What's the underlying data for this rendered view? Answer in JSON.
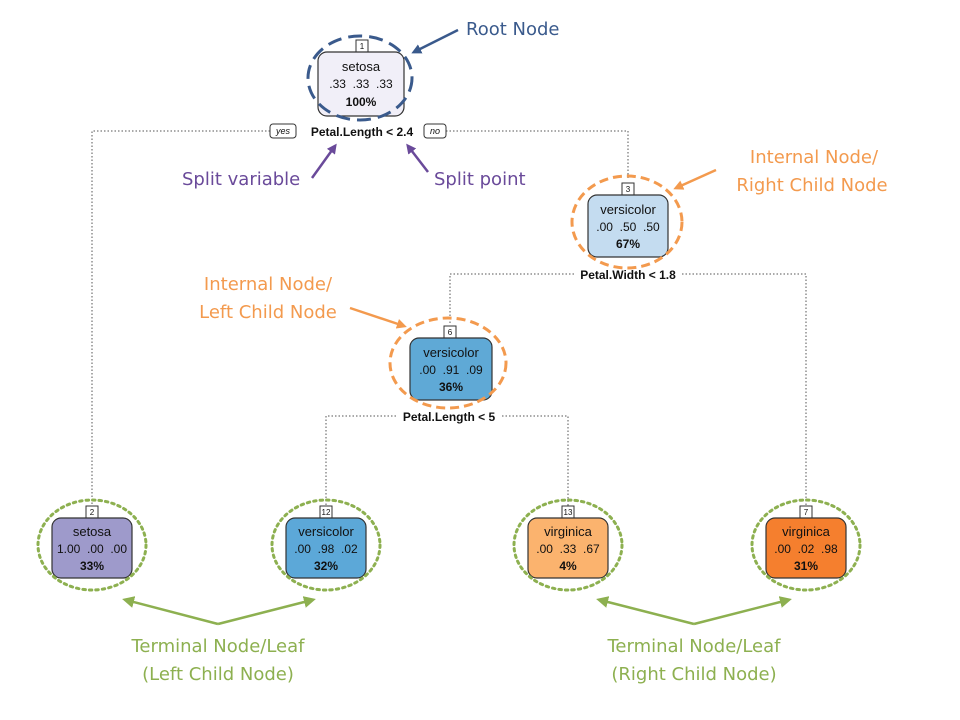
{
  "colors": {
    "root_blue": "#3a5a8c",
    "purple": "#6a4a9a",
    "orange": "#f39a4e",
    "green": "#8db050",
    "node_root": "#f1eff8",
    "node_setosa_leaf": "#9e9acb",
    "node_versicolor_internal": "#c4dcf0",
    "node_versicolor_mid": "#5fa9d6",
    "node_versicolor_leaf": "#5ca8d8",
    "node_virginica_light": "#fbb36e",
    "node_virginica_dark": "#f57f2e"
  },
  "nodes": [
    {
      "id": "1",
      "cls": "setosa",
      "probs": ".33  .33  .33",
      "pct": "100%"
    },
    {
      "id": "2",
      "cls": "setosa",
      "probs": "1.00  .00  .00",
      "pct": "33%"
    },
    {
      "id": "3",
      "cls": "versicolor",
      "probs": ".00  .50  .50",
      "pct": "67%"
    },
    {
      "id": "6",
      "cls": "versicolor",
      "probs": ".00  .91  .09",
      "pct": "36%"
    },
    {
      "id": "12",
      "cls": "versicolor",
      "probs": ".00  .98  .02",
      "pct": "32%"
    },
    {
      "id": "13",
      "cls": "virginica",
      "probs": ".00  .33  .67",
      "pct": "4%"
    },
    {
      "id": "7",
      "cls": "virginica",
      "probs": ".00  .02  .98",
      "pct": "31%"
    }
  ],
  "splits": {
    "root": "Petal.Length < 2.4",
    "node3": "Petal.Width < 1.8",
    "node6": "Petal.Length < 5",
    "yes": "yes",
    "no": "no"
  },
  "annotations": {
    "root_node": "Root Node",
    "split_variable": "Split variable",
    "split_point": "Split point",
    "internal_right_1": "Internal Node/",
    "internal_right_2": "Right Child Node",
    "internal_left_1": "Internal Node/",
    "internal_left_2": "Left Child Node",
    "terminal_left_1": "Terminal Node/Leaf",
    "terminal_left_2": "(Left Child Node)",
    "terminal_right_1": "Terminal Node/Leaf",
    "terminal_right_2": "(Right Child Node)"
  }
}
